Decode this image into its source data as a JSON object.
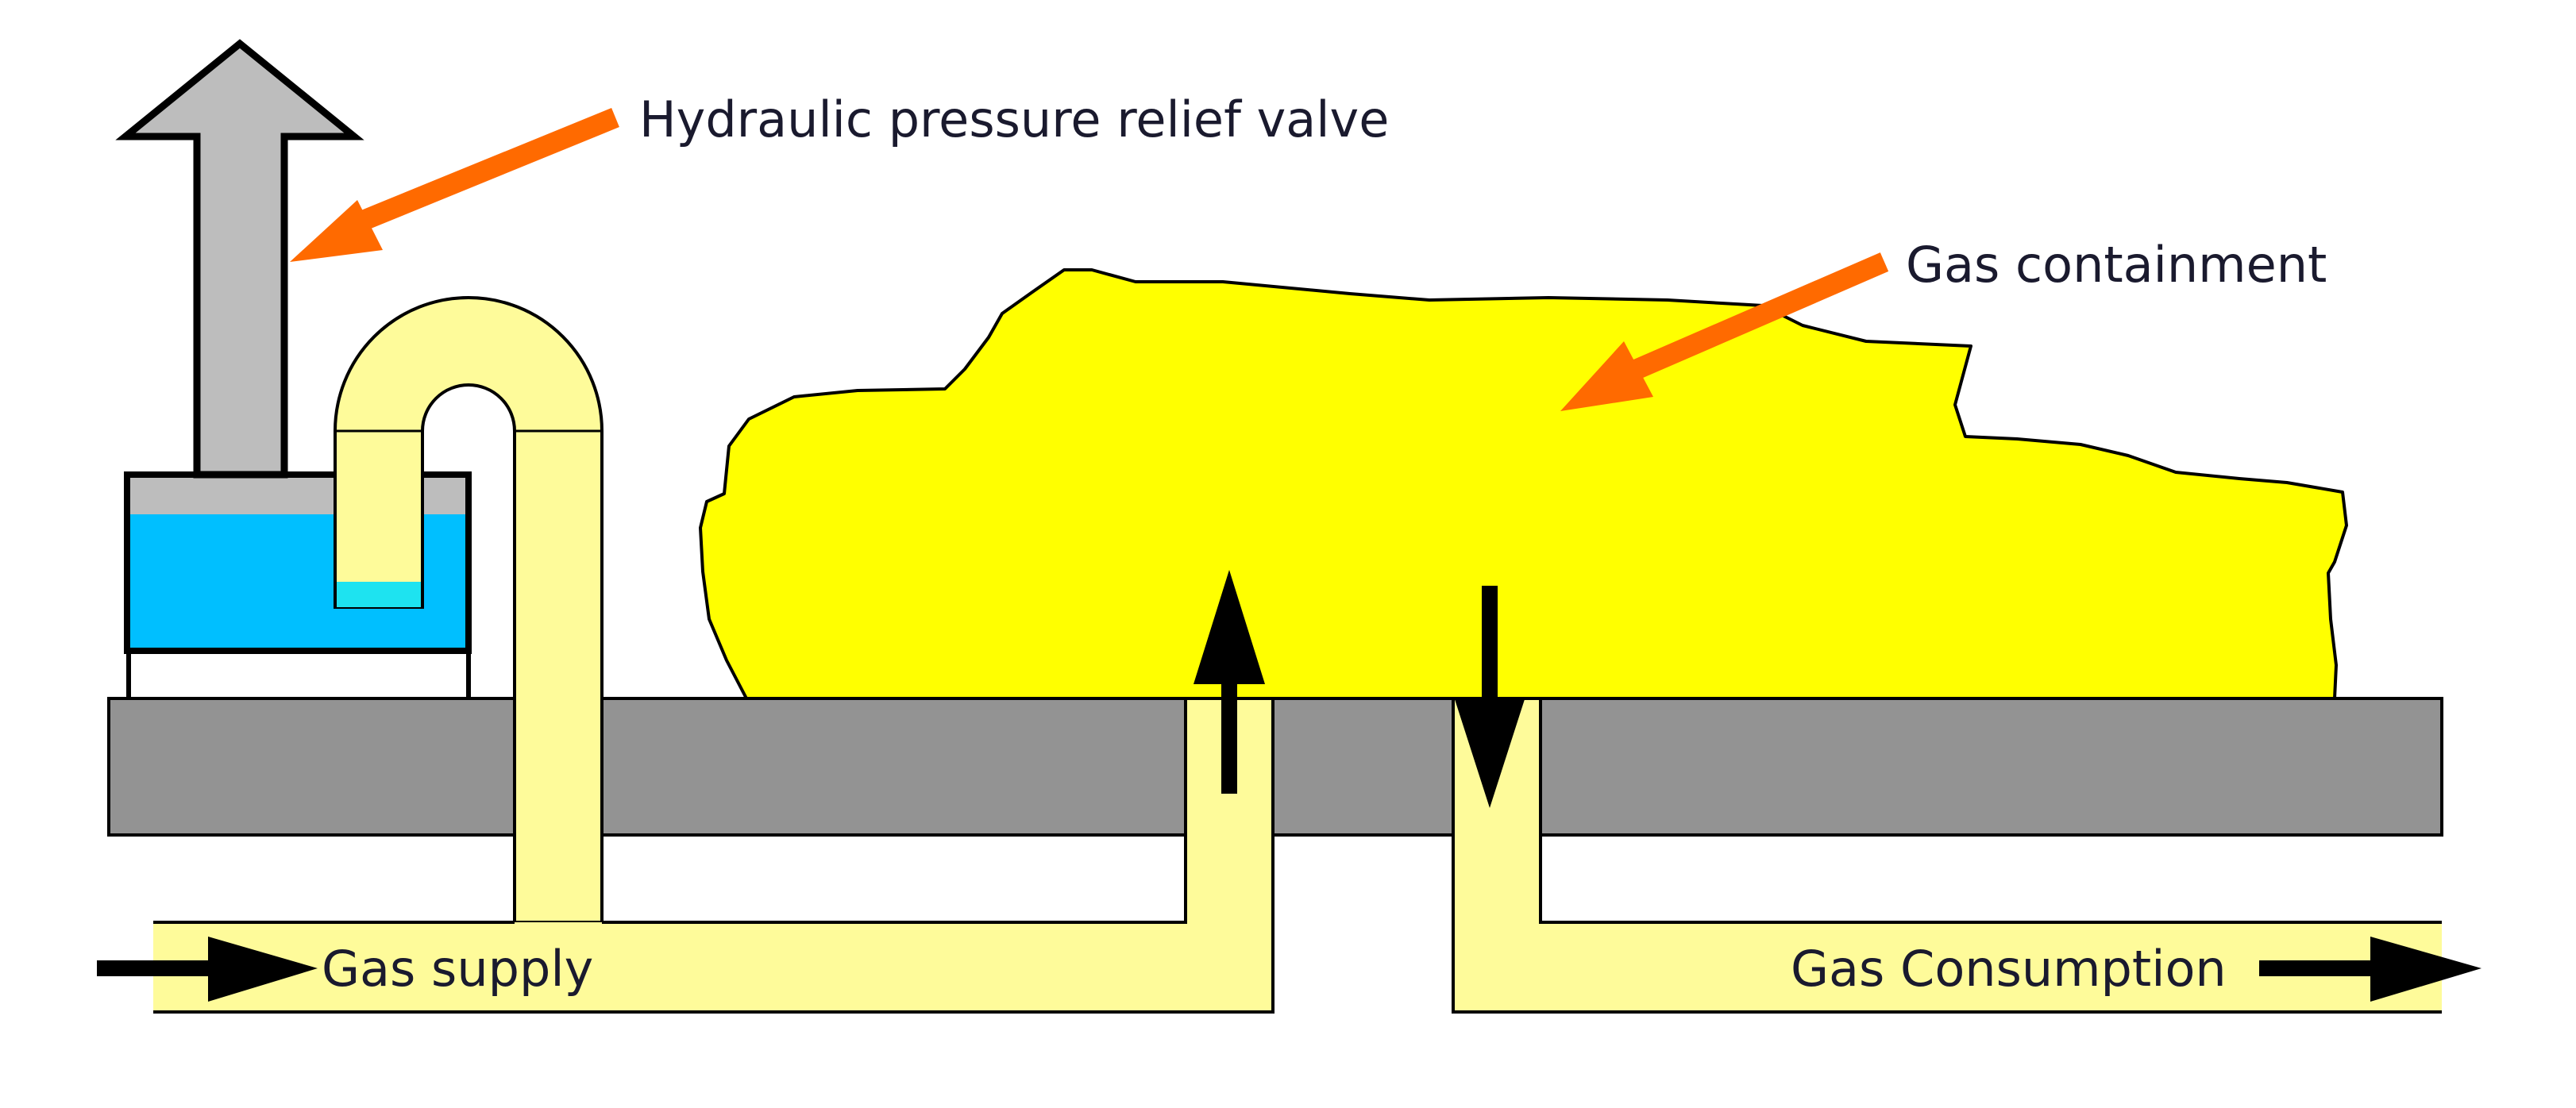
{
  "labels": {
    "relief_valve": "Hydraulic pressure relief valve",
    "containment": "Gas containment",
    "supply": "Gas supply",
    "consumption": "Gas Consumption"
  },
  "colors": {
    "background": "#ffffff",
    "ground": "#939393",
    "pipe": "#fefb9a",
    "gas": "#ffff00",
    "water": "#00bfff",
    "valve": "#bdbdbd",
    "pointer": "#ff6a00",
    "flow_arrow": "#000000"
  }
}
